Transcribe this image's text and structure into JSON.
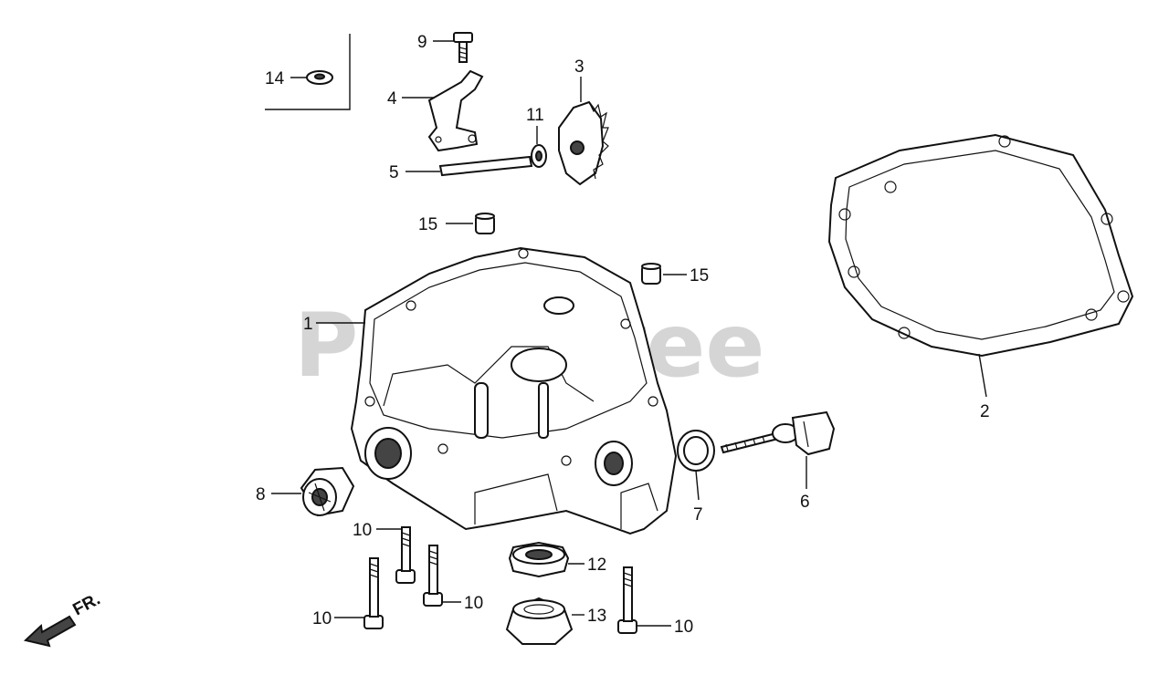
{
  "watermark": "PartsTree",
  "direction_label": "FR.",
  "callouts": [
    {
      "id": "c1",
      "text": "1"
    },
    {
      "id": "c2",
      "text": "2"
    },
    {
      "id": "c3",
      "text": "3"
    },
    {
      "id": "c4",
      "text": "4"
    },
    {
      "id": "c5",
      "text": "5"
    },
    {
      "id": "c6",
      "text": "6"
    },
    {
      "id": "c7",
      "text": "7"
    },
    {
      "id": "c8",
      "text": "8"
    },
    {
      "id": "c9",
      "text": "9"
    },
    {
      "id": "c10a",
      "text": "10"
    },
    {
      "id": "c10b",
      "text": "10"
    },
    {
      "id": "c10c",
      "text": "10"
    },
    {
      "id": "c10d",
      "text": "10"
    },
    {
      "id": "c11",
      "text": "11"
    },
    {
      "id": "c12",
      "text": "12"
    },
    {
      "id": "c13",
      "text": "13"
    },
    {
      "id": "c14",
      "text": "14"
    },
    {
      "id": "c15a",
      "text": "15"
    },
    {
      "id": "c15b",
      "text": "15"
    }
  ]
}
